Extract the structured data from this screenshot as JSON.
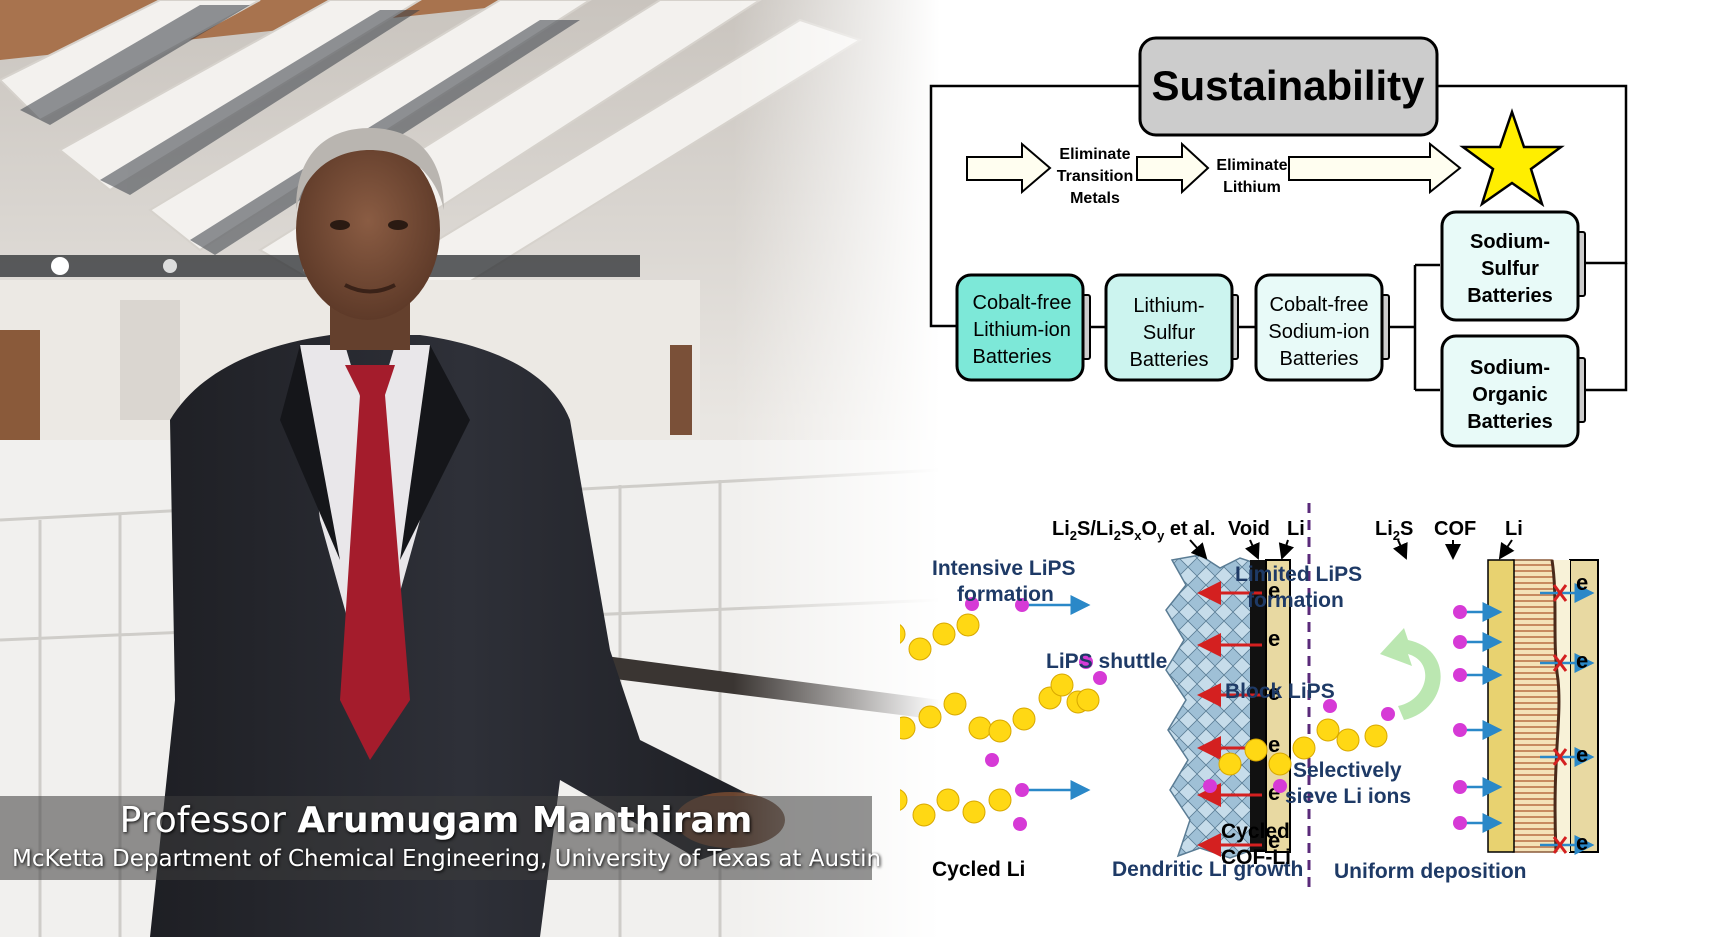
{
  "caption": {
    "title_prefix": "Professor ",
    "name": "Arumugam Manthiram",
    "department": "McKetta Department of Chemical Engineering, University of Texas at Austin"
  },
  "flow": {
    "title": "Sustainability",
    "step1": [
      "Eliminate",
      "Transition",
      "Metals"
    ],
    "step2": [
      "Eliminate",
      "Lithium"
    ],
    "boxes": {
      "cobalt_free_li": [
        "Cobalt-free",
        "Lithium-ion",
        "Batteries"
      ],
      "li_s": [
        "Lithium-",
        "Sulfur",
        "Batteries"
      ],
      "cobalt_free_na": [
        "Cobalt-free",
        "Sodium-ion",
        "Batteries"
      ],
      "na_s": [
        "Sodium-",
        "Sulfur",
        "Batteries"
      ],
      "na_org": [
        "Sodium-",
        "Organic",
        "Batteries"
      ]
    },
    "colors": {
      "teal": "#7de8d8",
      "light_teal": "#e0f8f6",
      "star": "#ffee00",
      "title_bg": "#cccccc"
    }
  },
  "mechanism": {
    "left": {
      "top_label_a": "Li",
      "top_label_b": "S/Li",
      "top_label_c": "S",
      "top_label_d": "O",
      "top_label_e": " et al.",
      "void": "Void",
      "li": "Li",
      "intensive": [
        "Intensive LiPS",
        "formation"
      ],
      "shuttle": "LiPS shuttle",
      "cycled": "Cycled Li",
      "dendritic": "Dendritic Li growth",
      "electron": "e"
    },
    "right": {
      "li2s_a": "Li",
      "li2s_b": "S",
      "cof": "COF",
      "li": "Li",
      "limited": [
        "Limited LiPS",
        "formation"
      ],
      "block": "Block LiPS",
      "sieve": [
        "Selectively",
        "sieve Li ions"
      ],
      "cycled": [
        "Cycled",
        "COF-Li"
      ],
      "uniform": "Uniform deposition",
      "electron": "e"
    }
  }
}
